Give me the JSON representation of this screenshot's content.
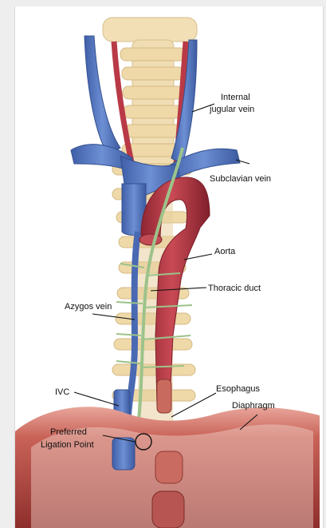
{
  "labels": {
    "internal_jugular": [
      "Internal",
      "jugular vein"
    ],
    "subclavian": "Subclavian vein",
    "aorta": "Aorta",
    "thoracic_duct": "Thoracic duct",
    "azygos": "Azygos vein",
    "ivc": "IVC",
    "esophagus": "Esophagus",
    "diaphragm": "Diaphragm",
    "ligation": [
      "Preferred",
      "Ligation Point"
    ]
  },
  "colors": {
    "vein": "#5b7bc2",
    "aorta": "#b93a46",
    "duct": "#9cc38a",
    "bone": "#f2dfb6",
    "diaphragm": "#d8837a"
  }
}
